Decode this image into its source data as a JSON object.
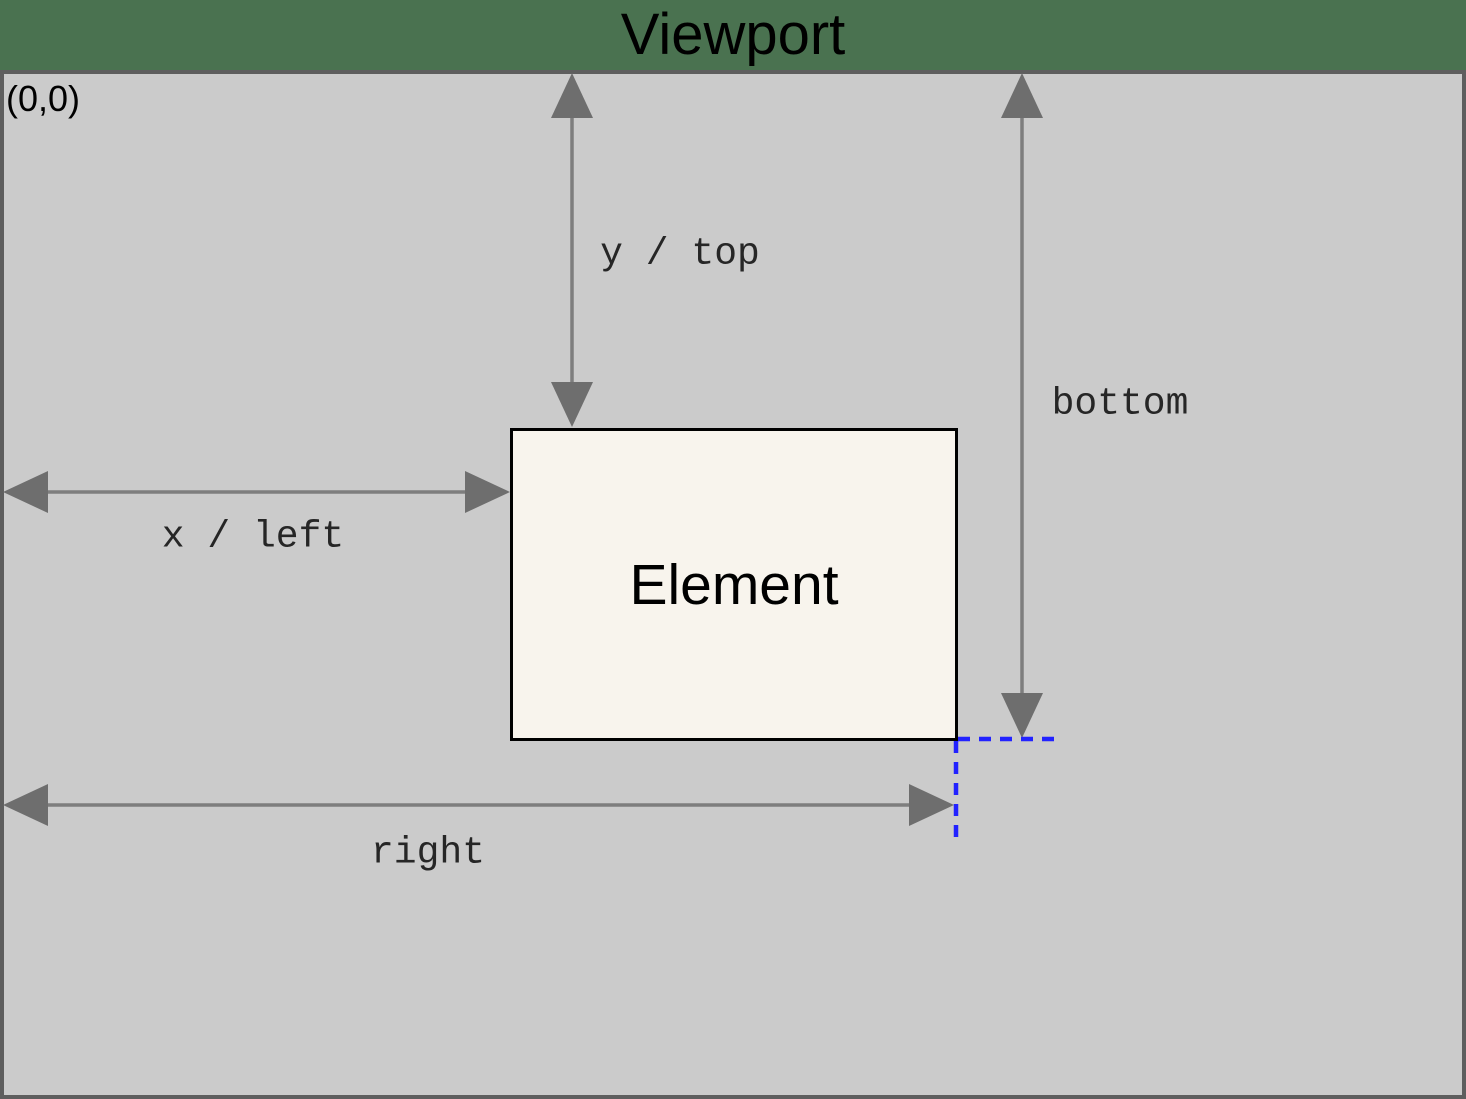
{
  "title": "Viewport",
  "origin_label": "(0,0)",
  "element": {
    "label": "Element"
  },
  "labels": {
    "y_top": "y / top",
    "bottom": "bottom",
    "x_left": "x / left",
    "right": "right"
  },
  "colors": {
    "page_background": "#4a7250",
    "viewport_fill": "#cbcbcb",
    "viewport_border": "#5e5e5e",
    "element_fill": "#f8f4ed",
    "element_border": "#000000",
    "arrow_head": "#6e6e6e",
    "arrow_shaft": "#7e7e7e",
    "dimension_label_text": "#262626",
    "corner_dash_blue": "#2222ff"
  }
}
